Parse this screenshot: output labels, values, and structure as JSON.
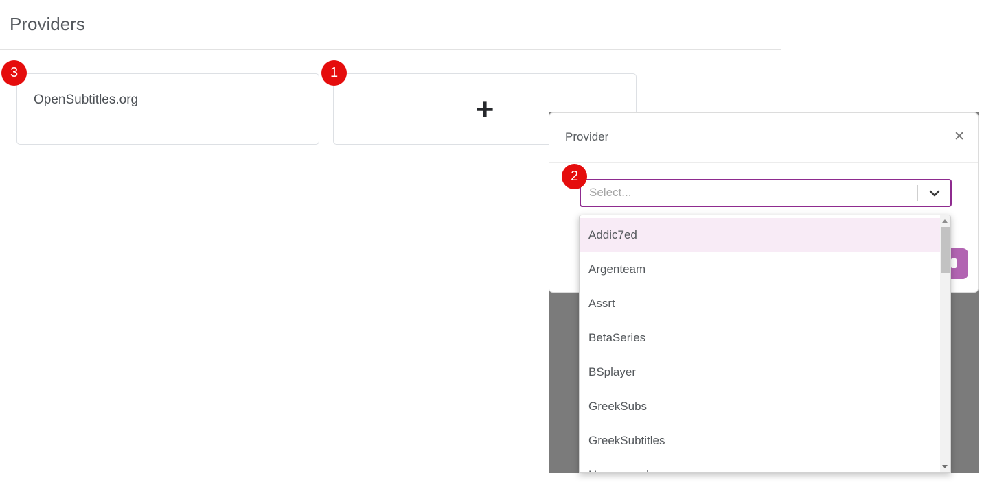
{
  "page": {
    "title": "Providers"
  },
  "cards": {
    "provider": {
      "name": "OpenSubtitles.org"
    },
    "add": {
      "plus_icon": "+"
    }
  },
  "annotations": {
    "step1": "1",
    "step2": "2",
    "step3": "3"
  },
  "modal": {
    "title": "Provider",
    "close_icon": "✕",
    "select": {
      "placeholder": "Select..."
    }
  },
  "dropdown": {
    "options": [
      "Addic7ed",
      "Argenteam",
      "Assrt",
      "BetaSeries",
      "BSplayer",
      "GreekSubs",
      "GreekSubtitles",
      "Hosszupuska"
    ],
    "highlighted_option": "Addic7ed"
  },
  "colors": {
    "badge_red": "#e50d0d",
    "accent_purple": "#8e2b8f",
    "save_button_purple": "#b264b2",
    "option_highlight_pink": "#f8ebf6",
    "backdrop_gray": "#7b7b7b"
  }
}
